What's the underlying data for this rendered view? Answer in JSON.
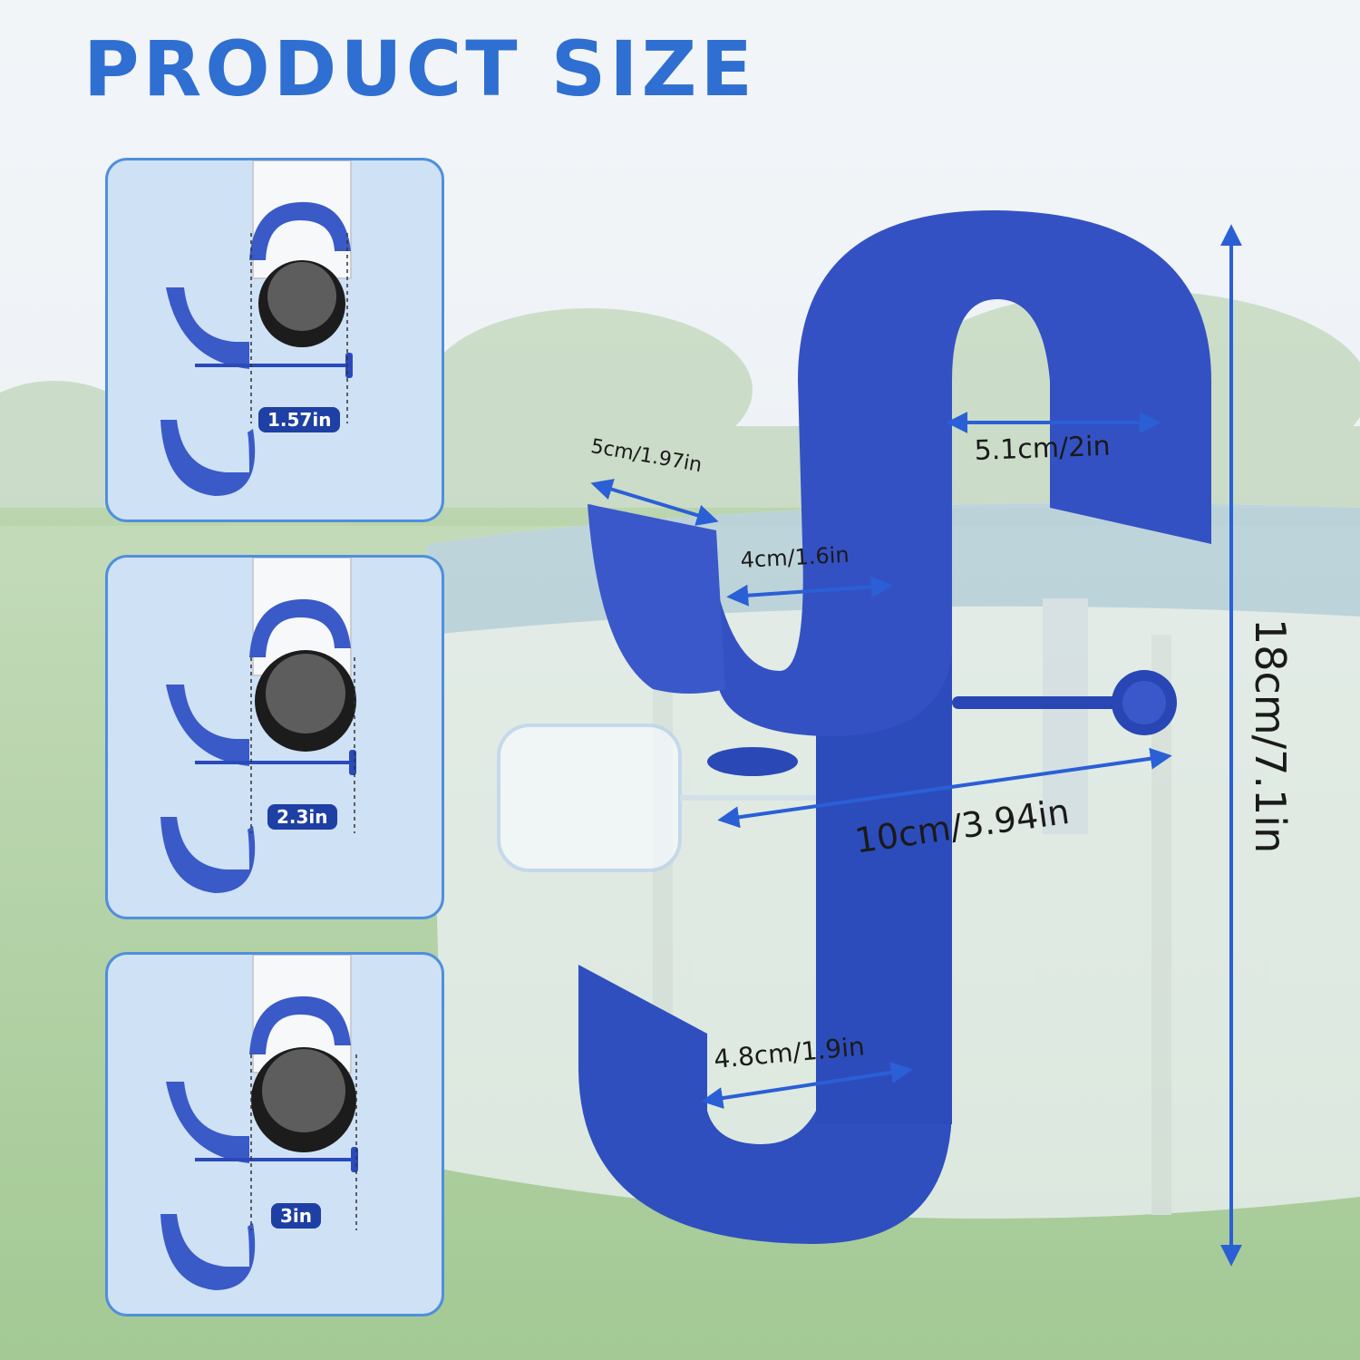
{
  "header": {
    "title": "PRODUCT SIZE"
  },
  "panels": [
    {
      "label": "1.57in"
    },
    {
      "label": "2.3in"
    },
    {
      "label": "3in"
    }
  ],
  "measurements": {
    "top_width": "5.1cm/2in",
    "tab_width": "5cm/1.97in",
    "upper_gap": "4cm/1.6in",
    "bracket_length": "10cm/3.94in",
    "lower_gap": "4.8cm/1.9in",
    "total_height": "18cm/7.1in"
  },
  "colors": {
    "accent": "#2f6fd1",
    "hook_blue": "#2f4fbf",
    "hook_dark": "#253f9f",
    "pill": "#1e3fa3",
    "arrow": "#2a5fd6",
    "grass": "#7fb267",
    "sky": "#e8eef4"
  }
}
